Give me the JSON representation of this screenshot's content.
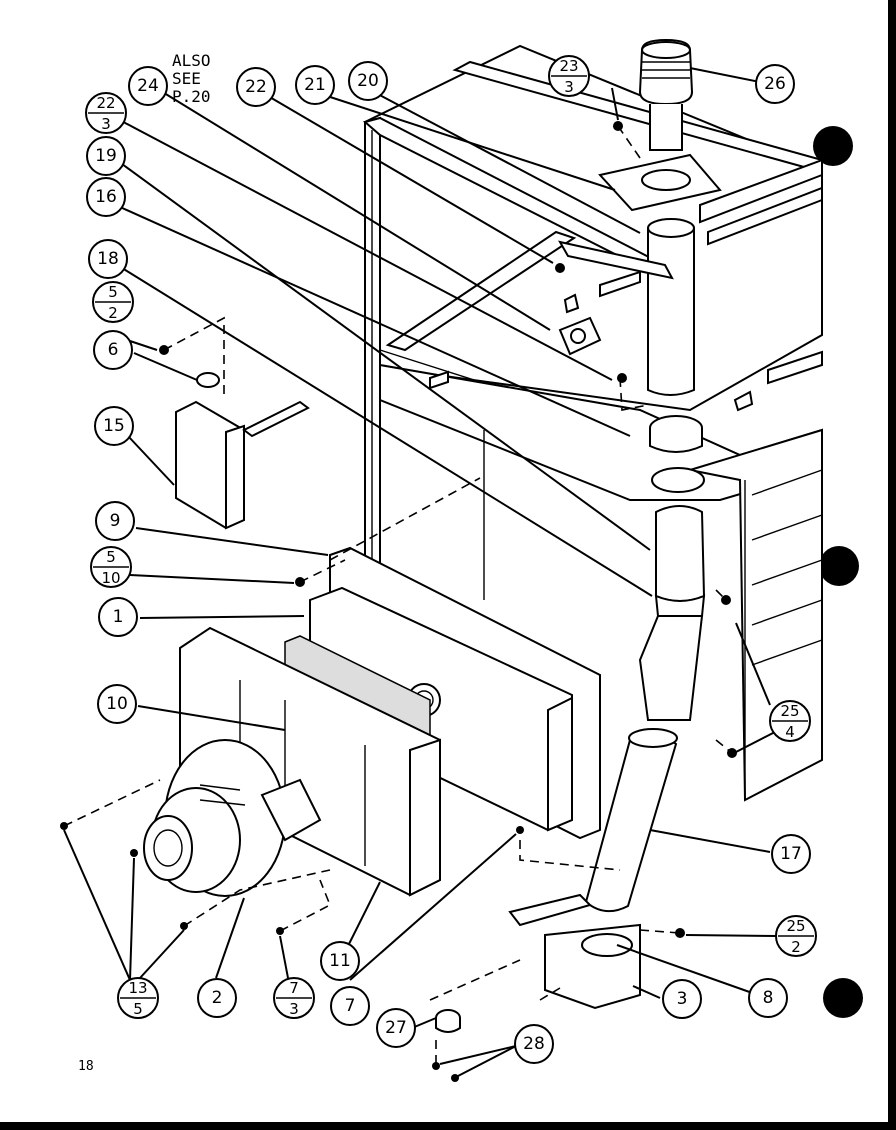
{
  "diagram": {
    "note_lines": [
      "ALSO",
      "SEE",
      "P.20"
    ],
    "page_number": "18",
    "callouts": [
      {
        "id": "c24",
        "label": "24"
      },
      {
        "id": "c22a",
        "label": "22"
      },
      {
        "id": "c21",
        "label": "21"
      },
      {
        "id": "c20",
        "label": "20"
      },
      {
        "id": "c23-3",
        "num": "23",
        "den": "3"
      },
      {
        "id": "c26",
        "label": "26"
      },
      {
        "id": "c22-3",
        "num": "22",
        "den": "3"
      },
      {
        "id": "c19",
        "label": "19"
      },
      {
        "id": "c16",
        "label": "16"
      },
      {
        "id": "c18",
        "label": "18"
      },
      {
        "id": "c5-2",
        "num": "5",
        "den": "2"
      },
      {
        "id": "c6",
        "label": "6"
      },
      {
        "id": "c15",
        "label": "15"
      },
      {
        "id": "c9",
        "label": "9"
      },
      {
        "id": "c5-10",
        "num": "5",
        "den": "10"
      },
      {
        "id": "c1",
        "label": "1"
      },
      {
        "id": "c10",
        "label": "10"
      },
      {
        "id": "c25-4",
        "num": "25",
        "den": "4"
      },
      {
        "id": "c17",
        "label": "17"
      },
      {
        "id": "c25-2",
        "num": "25",
        "den": "2"
      },
      {
        "id": "c13-5",
        "num": "13",
        "den": "5"
      },
      {
        "id": "c2",
        "label": "2"
      },
      {
        "id": "c7-3",
        "num": "7",
        "den": "3"
      },
      {
        "id": "c11",
        "label": "11"
      },
      {
        "id": "c7",
        "label": "7"
      },
      {
        "id": "c3",
        "label": "3"
      },
      {
        "id": "c8",
        "label": "8"
      },
      {
        "id": "c27",
        "label": "27"
      },
      {
        "id": "c28",
        "label": "28"
      }
    ]
  }
}
